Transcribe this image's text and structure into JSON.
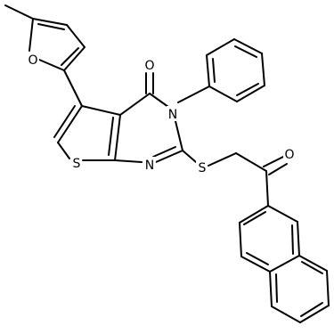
{
  "molecule": {
    "atoms": {
      "furan_o": "O",
      "carbonyl_o_ring": "O",
      "n3": "N",
      "n1": "N",
      "thiophene_s": "S",
      "thioether_s": "S",
      "ketone_o": "O"
    },
    "colors": {
      "ink": "#000000",
      "background": "#ffffff"
    }
  }
}
